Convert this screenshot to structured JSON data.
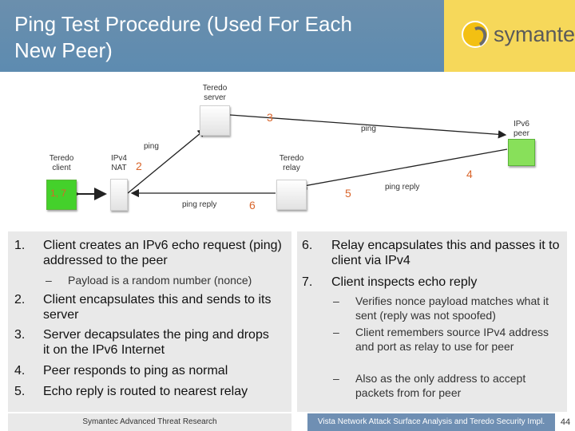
{
  "header": {
    "title": "Ping Test Procedure (Used For Each\nNew Peer)",
    "logo_text": "symantec."
  },
  "diagram": {
    "nodes": {
      "teredo_server": "Teredo\nserver",
      "teredo_client": "Teredo\nclient",
      "ipv4_nat": "IPv4\nNAT",
      "teredo_relay": "Teredo\nrelay",
      "ipv6_peer": "IPv6\npeer",
      "client_box_label": "1, 7"
    },
    "arrows": {
      "ping_top": "ping",
      "ping_left": "ping",
      "ping_reply_bottom": "ping reply",
      "ping_reply_right": "ping reply"
    },
    "steps": {
      "s2": "2",
      "s3": "3",
      "s4": "4",
      "s5": "5",
      "s6": "6"
    },
    "colors": {
      "step_number": "#d9652b",
      "client_green": "#44d12b",
      "peer_green": "#88e05a"
    }
  },
  "left_list": [
    {
      "num": "1.",
      "text": "Client creates an IPv6 echo request (ping) addressed to the peer"
    },
    {
      "num": "2.",
      "text": "Client encapsulates this and sends to its server"
    },
    {
      "num": "3.",
      "text": "Server decapsulates the ping and drops it on the IPv6 Internet"
    },
    {
      "num": "4.",
      "text": "Peer responds to ping as normal"
    },
    {
      "num": "5.",
      "text": "Echo reply is routed to nearest relay"
    }
  ],
  "left_sub": [
    {
      "dash": "–",
      "text": "Payload is a random number (nonce)"
    }
  ],
  "right_list": [
    {
      "num": "6.",
      "text": "Relay encapsulates this and passes it to client via IPv4"
    },
    {
      "num": "7.",
      "text": "Client inspects echo reply"
    }
  ],
  "right_sub": [
    {
      "dash": "–",
      "text": "Verifies nonce payload matches what it sent (reply was not spoofed)"
    },
    {
      "dash": "–",
      "text": "Client remembers source IPv4 address and port as relay to use for peer"
    },
    {
      "dash": "–",
      "text": "Also as the only address to accept packets from for peer"
    }
  ],
  "footer": {
    "left": "Symantec Advanced Threat Research",
    "right": "Vista Network Attack Surface Analysis and Teredo Security Impl.",
    "page": "44"
  }
}
